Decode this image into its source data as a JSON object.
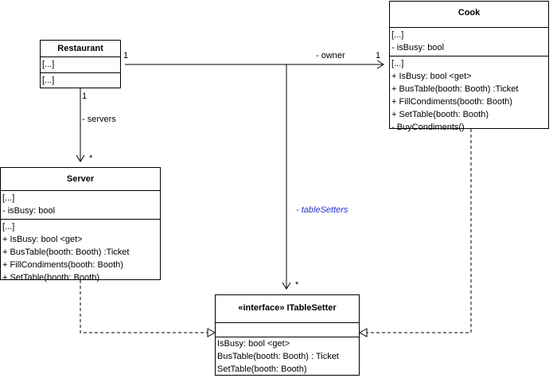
{
  "classes": {
    "restaurant": {
      "name": "Restaurant",
      "attributes": [
        "[...]"
      ],
      "operations": [
        "[...]"
      ]
    },
    "cook": {
      "name": "Cook",
      "attributes": [
        "[...]",
        "-  isBusy: bool"
      ],
      "operations": [
        "[...]",
        "+ IsBusy: bool <get>",
        "+ BusTable(booth: Booth) :Ticket",
        "+ FillCondiments(booth: Booth)",
        "+ SetTable(booth: Booth)",
        "-  BuyCondiments()"
      ]
    },
    "server": {
      "name": "Server",
      "attributes": [
        "[...]",
        "-  isBusy: bool"
      ],
      "operations": [
        "[...]",
        "+ IsBusy: bool <get>",
        "+ BusTable(booth: Booth) :Ticket",
        "+ FillCondiments(booth: Booth)",
        "+ SetTable(booth: Booth)"
      ]
    },
    "itablesetter": {
      "name": "«interface» ITableSetter",
      "attributes": [],
      "operations": [
        "IsBusy: bool <get>",
        "BusTable(booth: Booth) : Ticket",
        "SetTable(booth: Booth)"
      ]
    }
  },
  "associations": {
    "owner": {
      "role": "- owner",
      "source_mult": "1",
      "target_mult": "1"
    },
    "servers": {
      "role": "- servers",
      "source_mult": "1",
      "target_mult": "*"
    },
    "table_setters": {
      "role": "- tableSetters",
      "target_mult": "*",
      "color": "#2233cc"
    }
  }
}
